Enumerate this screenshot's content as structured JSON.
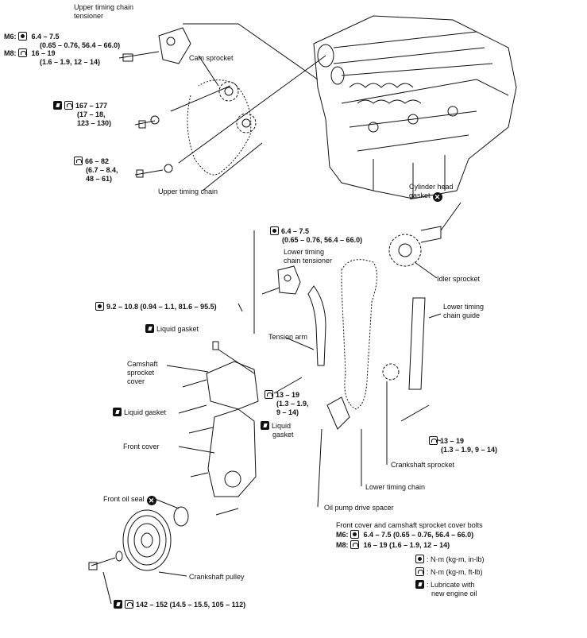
{
  "labels": {
    "upper_tensioner": [
      "Upper timing chain",
      "tensioner"
    ],
    "m6_top": {
      "prefix": "M6:",
      "value": "6.4 – 7.5",
      "sub": "(0.65 – 0.76, 56.4 – 66.0)"
    },
    "m8_top": {
      "prefix": "M8:",
      "value": "16 – 19",
      "sub": "(1.6 – 1.9, 12 – 14)"
    },
    "cam_sprocket": "Cam sprocket",
    "torque_167": [
      "167 – 177",
      "(17 – 18,",
      "123 – 130)"
    ],
    "torque_66": [
      "66 – 82",
      "(6.7 – 8.4,",
      "48 – 61)"
    ],
    "upper_chain": "Upper timing chain",
    "cyl_head_gasket": [
      "Cylinder head",
      "gasket"
    ],
    "torque_lower_tens": [
      "6.4 – 7.5",
      "(0.65 – 0.76, 56.4 – 66.0)"
    ],
    "lower_tensioner": [
      "Lower timing",
      "chain tensioner"
    ],
    "idler_sprocket": "Idler sprocket",
    "torque_9_2": "9.2 – 10.8 (0.94 – 1.1, 81.6 – 95.5)",
    "lower_guide": [
      "Lower timing",
      "chain guide"
    ],
    "liquid_gasket_1": "Liquid gasket",
    "tension_arm": "Tension arm",
    "cam_sprocket_cover": [
      "Camshaft",
      "sprocket",
      "cover"
    ],
    "torque_13_a": [
      "13 – 19",
      "(1.3 – 1.9,",
      "9 – 14)"
    ],
    "liquid_gasket_2": "Liquid gasket",
    "liquid_gasket_3": [
      "Liquid",
      "gasket"
    ],
    "front_cover": "Front cover",
    "torque_13_b": [
      "13 – 19",
      "(1.3 – 1.9, 9 – 14)"
    ],
    "crank_sprocket": "Crankshaft sprocket",
    "lower_chain": "Lower timing chain",
    "front_oil_seal": "Front oil seal",
    "oil_pump_spacer": "Oil pump drive spacer",
    "cover_bolts_title": "Front cover and camshaft sprocket cover bolts",
    "cover_m6": {
      "prefix": "M6:",
      "value": "6.4 – 7.5 (0.65 – 0.76, 56.4 – 66.0)"
    },
    "cover_m8": {
      "prefix": "M8:",
      "value": "16 – 19 (1.6 – 1.9, 12 – 14)"
    },
    "crank_pulley": "Crankshaft pulley",
    "torque_142": "142 – 152 (14.5 – 15.5, 105 – 112)"
  },
  "legend": [
    {
      "icon": "nm-torque-icon",
      "text": ": N·m (kg-m, in-lb)"
    },
    {
      "icon": "kg-torque-icon",
      "text": ": N·m (kg-m, ft-lb)"
    },
    {
      "icon": "lubricate-icon",
      "text": ": Lubricate with",
      "text2": "new engine oil"
    }
  ]
}
